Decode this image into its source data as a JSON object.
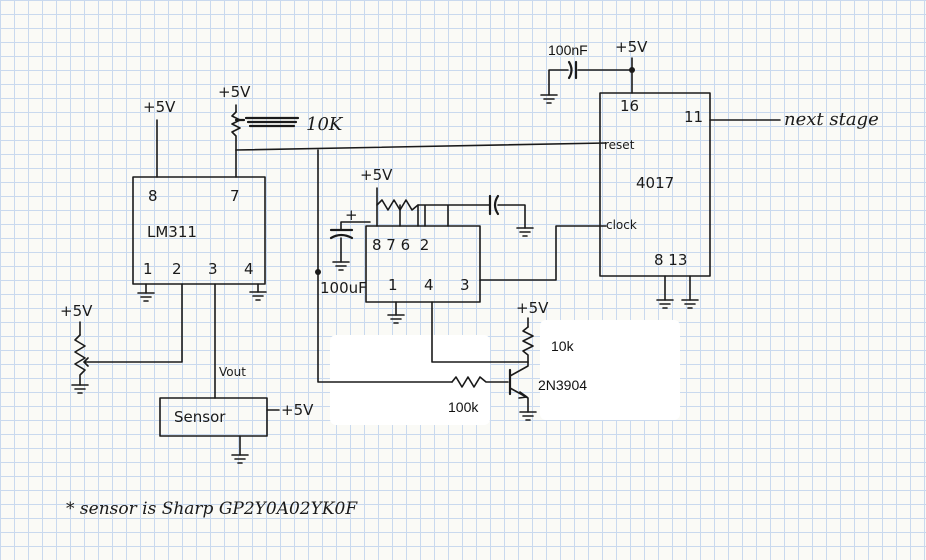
{
  "labels": {
    "cap_100nF": "100nF",
    "v5_top": "+5V",
    "lm311_supply": "+5V",
    "pot_top_supply": "+5V",
    "pot_10k": "10K",
    "ne555_supply": "+5V",
    "pot_left_supply": "+5V",
    "transistor_supply": "+5V",
    "sensor_supply": "+5V",
    "cap_100uF": "100uF",
    "cap_plus": "+",
    "res_10k": "10k",
    "res_100k": "100k",
    "transistor": "2N3904",
    "vout": "Vout",
    "sensor": "Sensor",
    "next_stage": "next stage"
  },
  "lm311": {
    "name": "LM311",
    "pin8": "8",
    "pin7": "7",
    "pin1": "1",
    "pin2": "2",
    "pin3": "3",
    "pin4": "4"
  },
  "ne555": {
    "top_pins": "8 7 6  2",
    "pin1": "1",
    "pin4": "4",
    "pin3": "3"
  },
  "cd4017": {
    "name": "4017",
    "pin16": "16",
    "pin11": "11",
    "reset": "reset",
    "clock": "clock",
    "pins_bottom": "8 13"
  },
  "footnote": "* sensor is Sharp GP2Y0A02YK0F"
}
